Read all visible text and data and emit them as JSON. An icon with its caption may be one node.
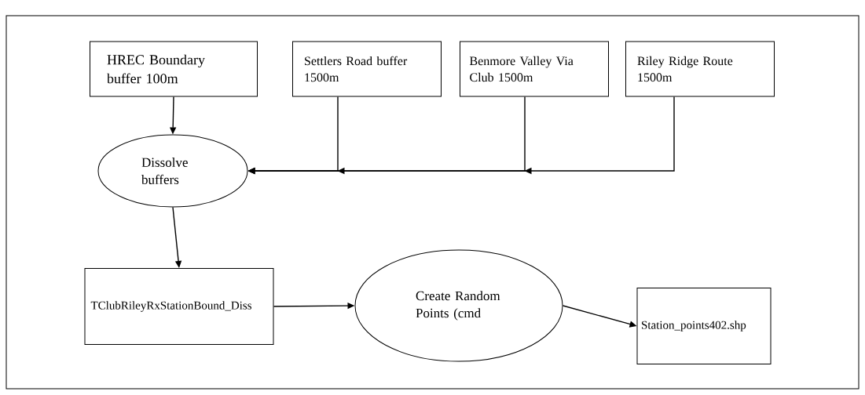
{
  "diagram": {
    "nodes": [
      {
        "text": [
          "HREC Boundary buffer 100m"
        ]
      },
      {
        "text": [
          "Settlers Road buffer 1500m"
        ]
      },
      {
        "text": [
          "Benmore Valley Via Club 1500m"
        ]
      },
      {
        "text": [
          "Riley Ridge Route 1500m"
        ]
      },
      {
        "text": [
          "Dissolve buffers"
        ]
      },
      {
        "text": [
          "TClubRileyRxStationBound_Diss"
        ]
      },
      {
        "text": [
          "Create Random Points (cmd"
        ]
      },
      {
        "text": [
          "Station_points402.shp"
        ]
      }
    ],
    "edges": [
      {
        "from": 0,
        "to": 4,
        "arrow": "to"
      },
      {
        "from": 1,
        "to": 4,
        "arrow": "to"
      },
      {
        "from": 2,
        "to": 4,
        "arrow": "to"
      },
      {
        "from": 3,
        "to": 4,
        "arrow": "to"
      },
      {
        "from": 4,
        "to": 5,
        "arrow": "to"
      },
      {
        "from": 5,
        "to": 6,
        "arrow": "to"
      },
      {
        "from": 6,
        "to": 7,
        "arrow": "to"
      }
    ]
  }
}
